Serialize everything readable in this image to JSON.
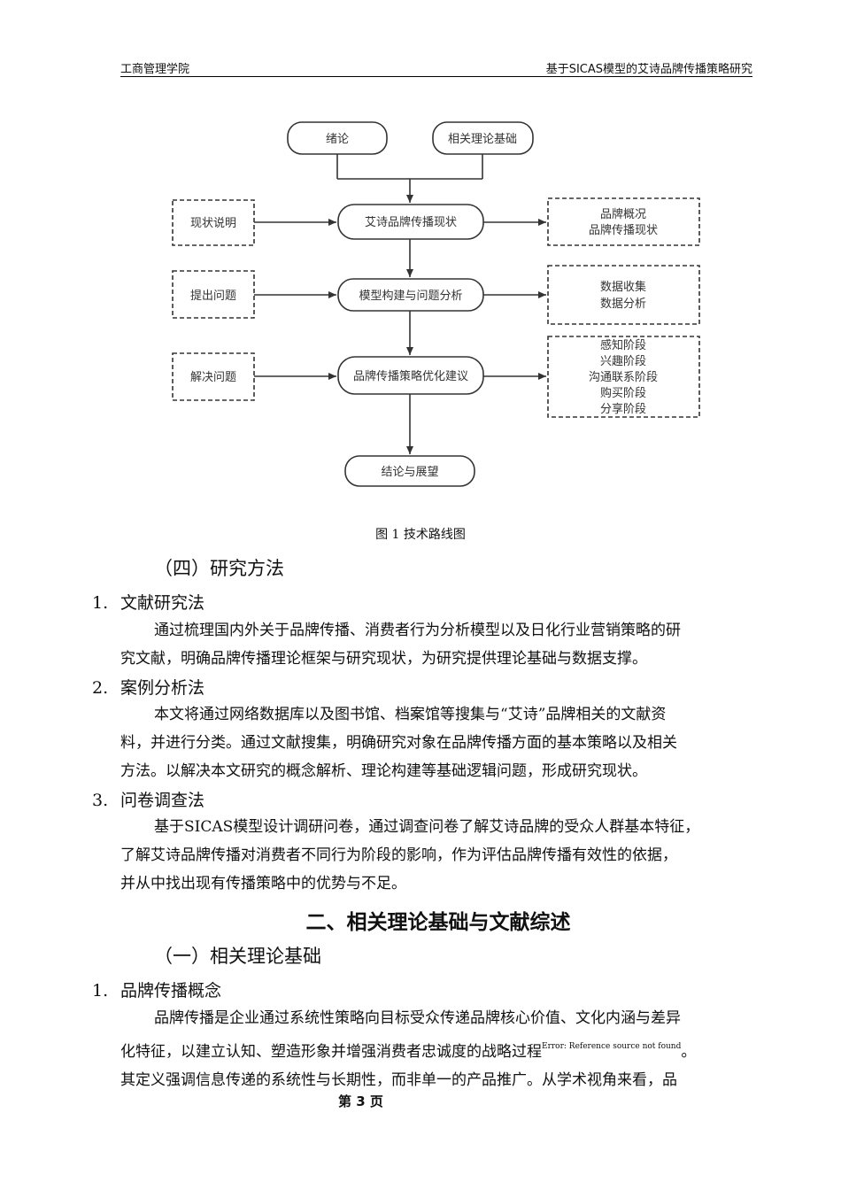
{
  "header": {
    "left": "工商管理学院",
    "right": "基于SICAS模型的艾诗品牌传播策略研究"
  },
  "flowchart": {
    "top_left": "绪论",
    "top_right": "相关理论基础",
    "main": [
      "艾诗品牌传播现状",
      "模型构建与问题分析",
      "品牌传播策略优化建议",
      "结论与展望"
    ],
    "left": [
      "现状说明",
      "提出问题",
      "解决问题"
    ],
    "right": [
      [
        "品牌概况",
        "品牌传播现状"
      ],
      [
        "数据收集",
        "数据分析"
      ],
      [
        "感知阶段",
        "兴趣阶段",
        "沟通联系阶段",
        "购买阶段",
        "分享阶段"
      ]
    ]
  },
  "caption": "图 1 技术路线图",
  "section4_title": "（四）研究方法",
  "methods": [
    {
      "num": "1.",
      "title": "文献研究法",
      "lines": [
        "通过梳理国内外关于品牌传播、消费者行为分析模型以及日化行业营销策略的研",
        "究文献，明确品牌传播理论框架与研究现状，为研究提供理论基础与数据支撑。"
      ]
    },
    {
      "num": "2.",
      "title": "案例分析法",
      "lines": [
        "本文将通过网络数据库以及图书馆、档案馆等搜集与“艾诗”品牌相关的文献资",
        "料，并进行分类。通过文献搜集，明确研究对象在品牌传播方面的基本策略以及相关",
        "方法。以解决本文研究的概念解析、理论构建等基础逻辑问题，形成研究现状。"
      ]
    },
    {
      "num": "3.",
      "title": "问卷调查法",
      "lines": [
        "基于SICAS模型设计调研问卷，通过调查问卷了解艾诗品牌的受众人群基本特征，",
        "了解艾诗品牌传播对消费者不同行为阶段的影响，作为评估品牌传播有效性的依据，",
        "并从中找出现有传播策略中的优势与不足。"
      ]
    }
  ],
  "chapter2_title": "二、相关理论基础与文献综述",
  "section1_title": "（一）相关理论基础",
  "concept": {
    "num": "1.",
    "title": "品牌传播概念",
    "line1": "品牌传播是企业通过系统性策略向目标受众传递品牌核心价值、文化内涵与差异",
    "line2": "化特征，以建立认知、塑造形象并增强消费者忠诚度的战略过程",
    "ref": "Error: Reference source not found",
    "line2_end": "。",
    "line3": "其定义强调信息传递的系统性与长期性，而非单一的产品推广。从学术视角来看，品"
  },
  "footer": "第 3 页"
}
